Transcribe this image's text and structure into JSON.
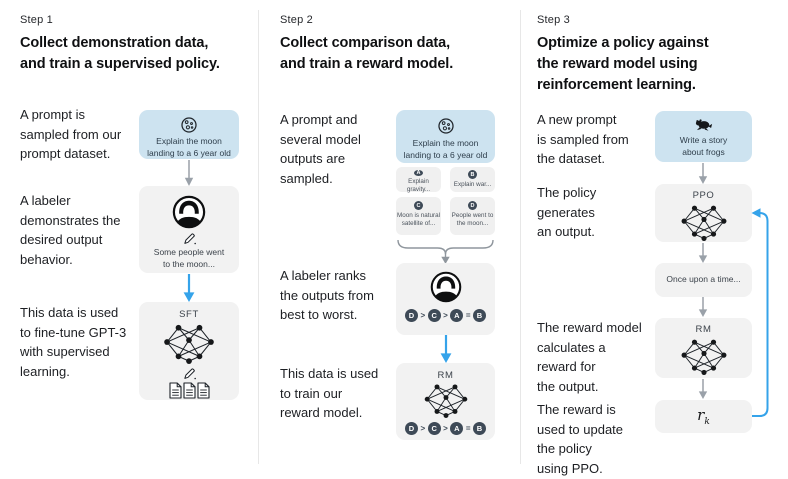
{
  "diagram": {
    "step1": {
      "label": "Step 1",
      "title": "Collect demonstration data,\nand train a supervised policy.",
      "captions": [
        "A prompt is\nsampled from our\nprompt dataset.",
        "A labeler\ndemonstrates the\ndesired output\nbehavior.",
        "This data is used\nto fine-tune GPT-3\nwith supervised\nlearning."
      ],
      "prompt_box": {
        "icon": "moon-icon",
        "text": "Explain the moon\nlanding to a 6 year old"
      },
      "labeler_box": {
        "icon": "labeler-icon",
        "text": "Some people went\nto the moon..."
      },
      "model_box": {
        "label": "SFT"
      }
    },
    "step2": {
      "label": "Step 2",
      "title": "Collect comparison data,\nand train a reward model.",
      "captions": [
        "A prompt and\nseveral model\noutputs are\nsampled.",
        "A labeler ranks\nthe outputs from\nbest to worst.",
        "This data is used\nto train our\nreward model."
      ],
      "prompt_box": {
        "icon": "moon-icon",
        "text": "Explain the moon\nlanding to a 6 year old"
      },
      "outputs": [
        {
          "id": "A",
          "text": "Explain gravity..."
        },
        {
          "id": "B",
          "text": "Explain war..."
        },
        {
          "id": "C",
          "text": "Moon is natural\nsatellite of..."
        },
        {
          "id": "D",
          "text": "People went to\nthe moon..."
        }
      ],
      "ranking": [
        "D",
        ">",
        "C",
        ">",
        "A",
        "=",
        "B"
      ],
      "model_box": {
        "label": "RM"
      }
    },
    "step3": {
      "label": "Step 3",
      "title": "Optimize a policy against\nthe reward model using\nreinforcement learning.",
      "captions": [
        "A new prompt\nis sampled from\nthe dataset.",
        "The policy\ngenerates\nan output.",
        "The reward model\ncalculates a\nreward for\nthe output.",
        "The reward is\nused to update\nthe policy\nusing PPO."
      ],
      "prompt_box": {
        "icon": "frog-icon",
        "text": "Write a story\nabout frogs"
      },
      "policy_box": {
        "label": "PPO"
      },
      "output_box": {
        "text": "Once upon a time..."
      },
      "reward_model_box": {
        "label": "RM"
      },
      "reward_box": {
        "text": "r",
        "subscript": "k"
      }
    },
    "colors": {
      "prompt_box_bg": "#cde3f0",
      "card_bg": "#f2f2f2",
      "output_card_bg": "#f0f0f0",
      "rank_badge_bg": "#3e4a57",
      "blue_arrow": "#35a3ea",
      "gray_arrow": "#9aa1a9"
    }
  }
}
